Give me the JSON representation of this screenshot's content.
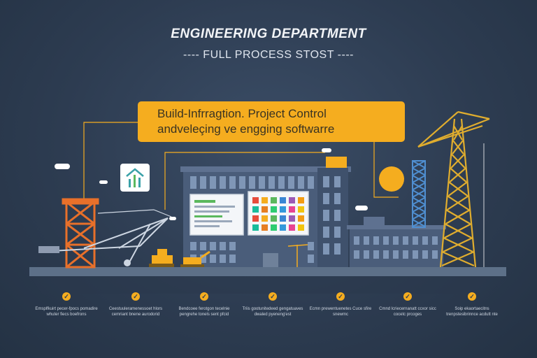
{
  "header": {
    "title": "ENGINEERING DEPARTMENT",
    "subtitle": "---- FULL PROCESS STOST ----"
  },
  "banner": {
    "line1": "Build-Infrragtion. Project Control",
    "line2": "andveleçing ve engging softwarre"
  },
  "colors": {
    "background": "#2e3d52",
    "accent": "#f5ad1f",
    "tower_orange": "#e8702a",
    "building": "#4a5d7a",
    "screen_green": "#5bb85d"
  },
  "icons": {
    "step_marker": "check-badge-icon",
    "app_logo": "house-chart-icon"
  },
  "steps": [
    {
      "text": "Emsplfkuirt pecer-fpocs pomadire whuter fiecs boefrons"
    },
    {
      "text": "Ceestuuleramenessoet hlors cemriant bnene aurodorid"
    },
    {
      "text": "Bendcoee ferotgon tecelnie pengrehe tonels sent pfcid"
    },
    {
      "text": "Triis gootunitedeed gengatuaves dwaled pyeneng'est"
    },
    {
      "text": "Ecmn prewentuenetes Cuce sfire snewmc"
    },
    {
      "text": "Cmnd lcriecernanatt ccxor sicc cocetc prcoges"
    },
    {
      "text": "Soip ekaortaecitns trenpstesibrinnce acdutt nte"
    }
  ]
}
